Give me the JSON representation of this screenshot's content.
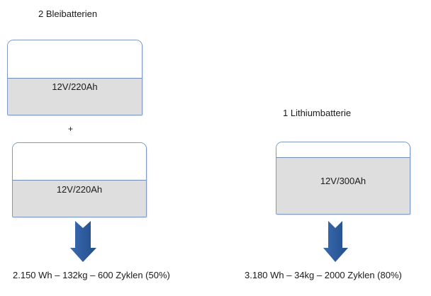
{
  "lead": {
    "title": "2 Bleibatterien",
    "batteries": [
      {
        "label": "12V/220Ah"
      },
      {
        "label": "12V/220Ah"
      }
    ],
    "join_symbol": "+",
    "result": "2.150 Wh – 132kg – 600 Zyklen (50%)"
  },
  "lithium": {
    "title": "1 Lithiumbatterie",
    "batteries": [
      {
        "label": "12V/300Ah"
      }
    ],
    "result": "3.180 Wh – 34kg – 2000 Zyklen (80%)"
  },
  "colors": {
    "battery_border": "#7f9ac2",
    "battery_fill": "#dedede",
    "arrow": "#2e5c9e"
  },
  "icons": {
    "arrow": "down-arrow-icon"
  }
}
